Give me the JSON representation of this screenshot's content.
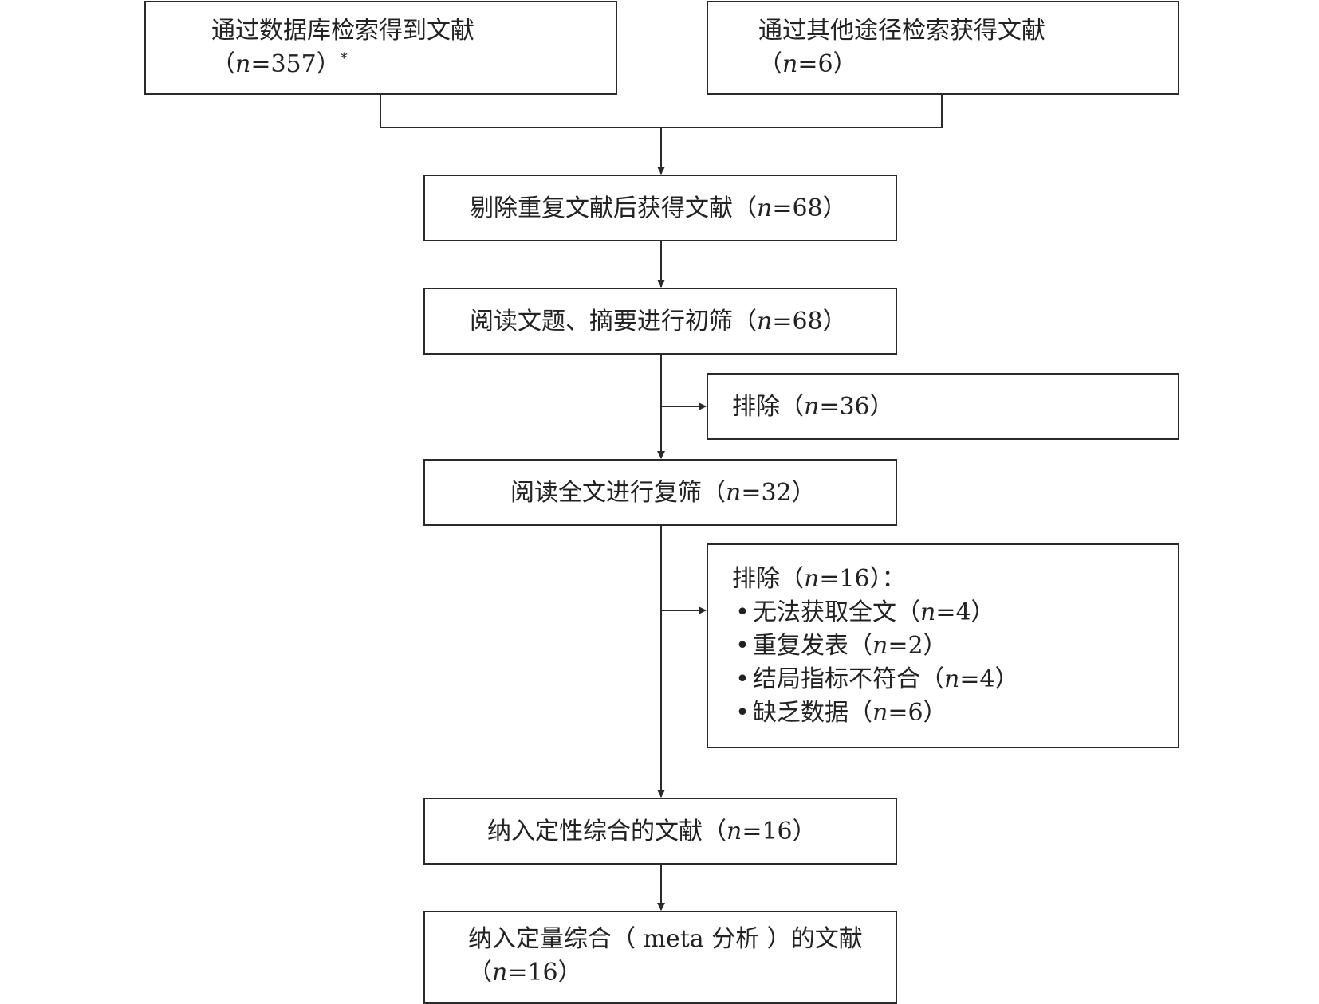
{
  "boxes": {
    "db_search": {
      "line1": "通过数据库检索得到文献",
      "open": "（",
      "n": "n",
      "rest": "=357）",
      "sup": "*"
    },
    "other_search": {
      "line1": "通过其他途径检索获得文献",
      "open": "（",
      "n": "n",
      "rest": "=6）"
    },
    "dedup": {
      "text": "剔除重复文献后获得文献（",
      "n": "n",
      "rest": "=68）"
    },
    "title_screen": {
      "text": "阅读文题、摘要进行初筛（",
      "n": "n",
      "rest": "=68）"
    },
    "excluded_1": {
      "text": "排除（",
      "n": "n",
      "rest": "=36）"
    },
    "fulltext_screen": {
      "text": "阅读全文进行复筛（",
      "n": "n",
      "rest": "=32）"
    },
    "excluded_2": {
      "header_text": "排除（",
      "header_n": "n",
      "header_rest": "=16）：",
      "bullet": "•",
      "items": [
        {
          "text": "无法获取全文（",
          "n": "n",
          "rest": "=4）"
        },
        {
          "text": "重复发表（",
          "n": "n",
          "rest": "=2）"
        },
        {
          "text": "结局指标不符合（",
          "n": "n",
          "rest": "=4）"
        },
        {
          "text": "缺乏数据（",
          "n": "n",
          "rest": "=6）"
        }
      ]
    },
    "qualitative": {
      "text": "纳入定性综合的文献（",
      "n": "n",
      "rest": "=16）"
    },
    "quantitative": {
      "line1": "纳入定量综合（ meta 分析 ）的文献",
      "open": "（",
      "n": "n",
      "rest": "=16）"
    }
  }
}
